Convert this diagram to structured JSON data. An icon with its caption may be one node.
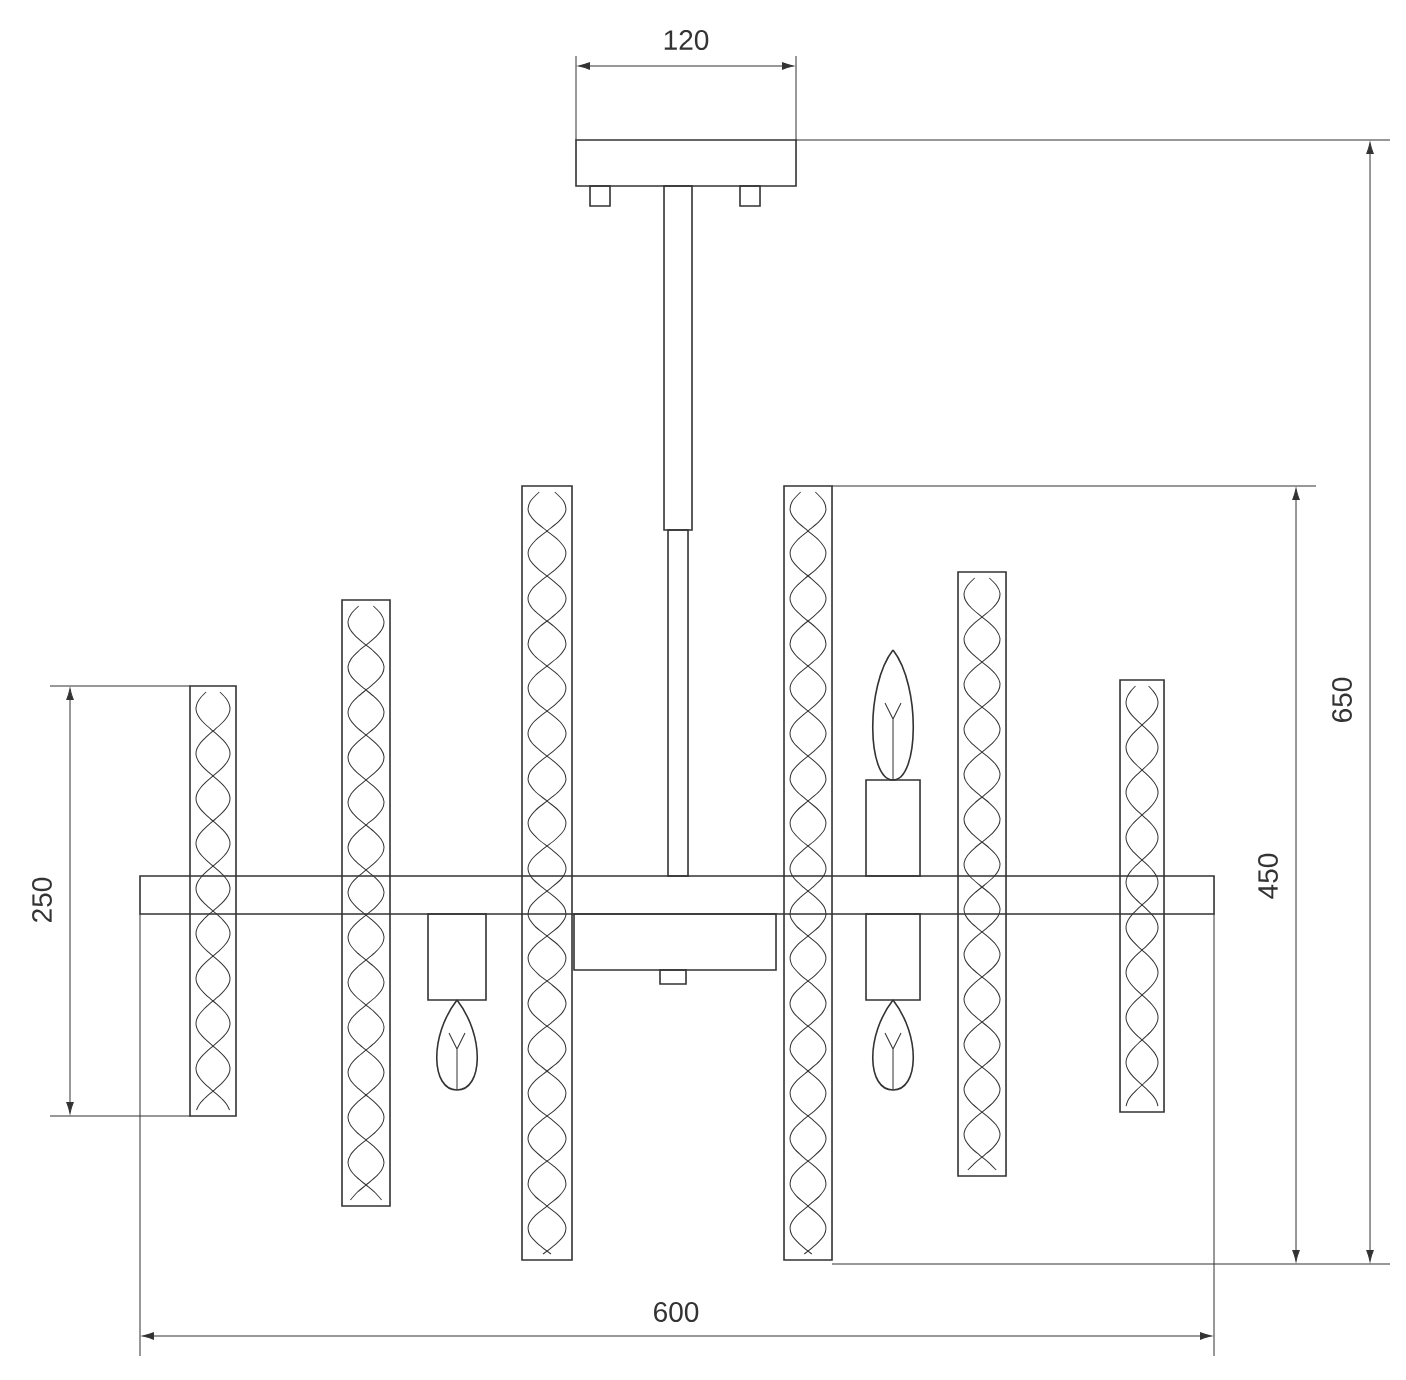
{
  "diagram": {
    "labels": [
      "120",
      "650",
      "450",
      "250",
      "600"
    ]
  }
}
